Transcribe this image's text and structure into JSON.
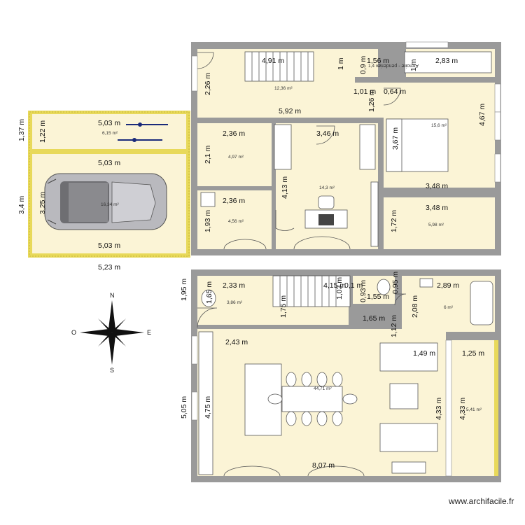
{
  "watermark": "www.archifacile.fr",
  "compass": {
    "north": "N",
    "south": "S",
    "east": "E",
    "west": "O"
  },
  "labels": {
    "armoire": "Armoire - penderie"
  },
  "areas": {
    "bike": "6,15 m²",
    "garage": "16,34 m²",
    "hall_top": "12,36 m²",
    "bath_top": "1,4 m²",
    "room_a": "4,97 m²",
    "room_b": "4,56 m²",
    "living_top": "14,3 m²",
    "bedroom": "15,6 m²",
    "room_c": "5,98 m²",
    "laundry": "3,86 m²",
    "bath_bottom": "6 m²",
    "main": "44,71 m²",
    "terrace": "5,41 m²"
  },
  "dimensions": {
    "d_503_a": "5,03 m",
    "d_137": "1,37 m",
    "d_122": "1,22 m",
    "d_503_b": "5,03 m",
    "d_34": "3,4 m",
    "d_325": "3,25 m",
    "d_503_c": "5,03 m",
    "d_523": "5,23 m",
    "d_491": "4,91 m",
    "d_1": "1 m",
    "d_156": "1,56 m",
    "d_09": "0,9 m",
    "d_283": "2,83 m",
    "d_1b": "1 m",
    "d_226": "2,26 m",
    "d_101": "1,01 m",
    "d_064": "0,64 m",
    "d_592": "5,92 m",
    "d_126": "1,26 m",
    "d_467": "4,67 m",
    "d_236_a": "2,36 m",
    "d_346": "3,46 m",
    "d_21": "2,1 m",
    "d_367": "3,67 m",
    "d_413": "4,13 m",
    "d_348_a": "3,48 m",
    "d_236_b": "2,36 m",
    "d_348_b": "3,48 m",
    "d_193": "1,93 m",
    "d_172": "1,72 m",
    "d_195": "1,95 m",
    "d_233": "2,33 m",
    "d_165_a": "1,65 m",
    "d_175": "1,75 m",
    "d_415": "4,15 m",
    "d_01": "0,1 m",
    "d_103": "1,03 m",
    "d_093": "0,93 m",
    "d_095": "0,95 m",
    "d_155": "1,55 m",
    "d_289": "2,89 m",
    "d_165_b": "1,65 m",
    "d_208": "2,08 m",
    "d_112": "1,12 m",
    "d_243": "2,43 m",
    "d_149": "1,49 m",
    "d_125": "1,25 m",
    "d_505": "5,05 m",
    "d_475": "4,75 m",
    "d_433_a": "4,33 m",
    "d_433_b": "4,33 m",
    "d_807": "8,07 m"
  },
  "colors": {
    "wall": "#9a9a9a",
    "yellow_wall": "#e8d95a",
    "room_fill": "#fbf4d6",
    "furniture": "#ffffff"
  }
}
